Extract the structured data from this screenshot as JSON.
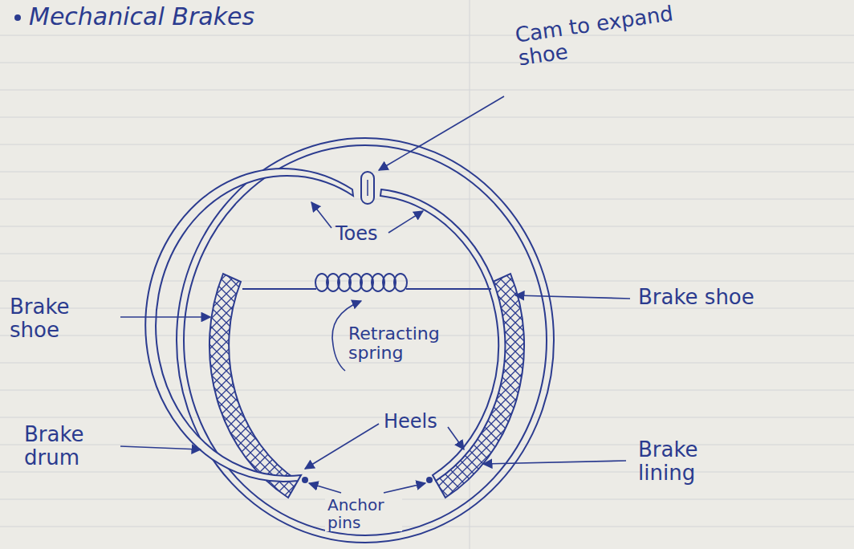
{
  "diagram": {
    "title": "Mechanical Brakes",
    "labels": [
      "Cam to expand shoe",
      "Toes",
      "Brake shoe",
      "Brake shoe",
      "Retracting spring",
      "Heels",
      "Brake drum",
      "Brake lining",
      "Anchor pins"
    ]
  }
}
